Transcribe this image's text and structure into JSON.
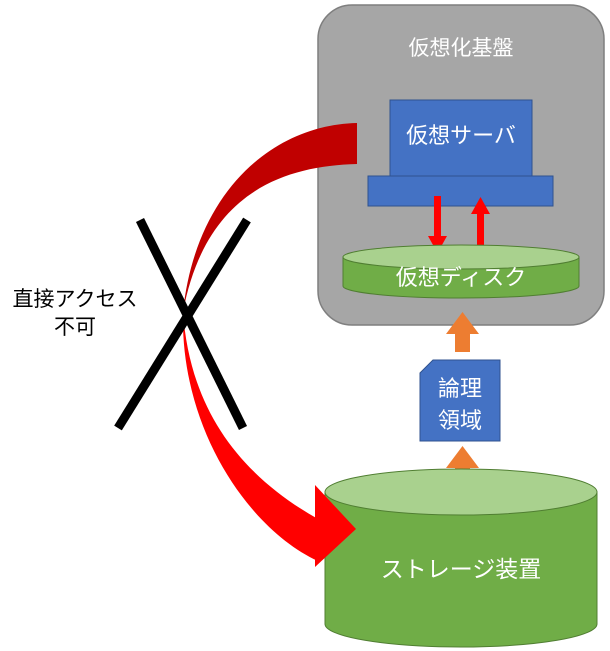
{
  "labels": {
    "virtualization_platform": "仮想化基盤",
    "virtual_server": "仮想サーバ",
    "virtual_disk": "仮想ディスク",
    "logical_area_line1": "論理",
    "logical_area_line2": "領域",
    "storage_device": "ストレージ装置",
    "no_direct_access_line1": "直接アクセス",
    "no_direct_access_line2": "不可"
  },
  "colors": {
    "platform_box": "#a6a6a6",
    "server_blue": "#4472c4",
    "disk_green": "#70ad47",
    "disk_top": "#a9d18e",
    "io_arrow_red": "#ff0000",
    "flow_arrow_orange": "#ed7d31",
    "curved_arrow_dark_red": "#c00000",
    "cross_black": "#000000"
  }
}
